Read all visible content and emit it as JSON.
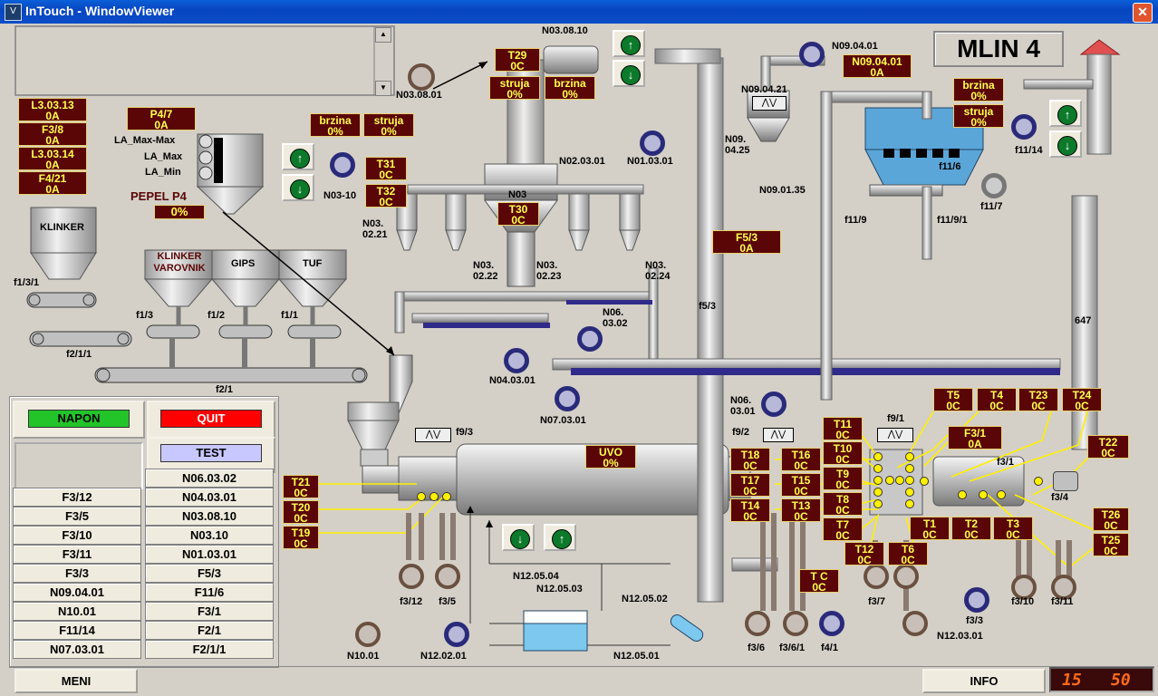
{
  "window": {
    "title": "InTouch - WindowViewer",
    "close_glyph": "✕",
    "app_icon": "intouch-app-icon"
  },
  "header": {
    "mlin": "MLIN 4"
  },
  "clock": {
    "hours": "15",
    "minutes": "50"
  },
  "bottom": {
    "meni": "MENI",
    "info": "INFO"
  },
  "left_panel": {
    "napon": "NAPON",
    "quit": "QUIT",
    "test": "TEST",
    "napon_color": "#22c42a",
    "quit_color": "#ff0000",
    "test_color": "#c8c8ff",
    "col1": [
      "F3/12",
      "F3/5",
      "F3/10",
      "F3/11",
      "F3/3",
      "N09.04.01",
      "N10.01",
      "F11/14",
      "N07.03.01"
    ],
    "col2": [
      "N06.03.02",
      "N04.03.01",
      "N03.08.10",
      "N03.10",
      "N01.03.01",
      "F5/3",
      "F11/6",
      "F3/1",
      "F2/1",
      "F2/1/1"
    ]
  },
  "silo": {
    "la_maxmax": "LA_Max-Max",
    "la_max": "LA_Max",
    "la_min": "LA_Min",
    "pepel": "PEPEL P4",
    "pepel_val": "0%"
  },
  "tags": {
    "l30313": [
      "L3.03.13",
      "0A"
    ],
    "f38": [
      "F3/8",
      "0A"
    ],
    "l30314": [
      "L3.03.14",
      "0A"
    ],
    "f421": [
      "F4/21",
      "0A"
    ],
    "p47": [
      "P4/7",
      "0A"
    ],
    "t29": [
      "T29",
      "0C"
    ],
    "struja1": [
      "struja",
      "0%"
    ],
    "brzina1": [
      "brzina",
      "0%"
    ],
    "brzina2": [
      "brzina",
      "0%"
    ],
    "struja2": [
      "struja",
      "0%"
    ],
    "t31": [
      "T31",
      "0C"
    ],
    "t32": [
      "T32",
      "0C"
    ],
    "t30": [
      "T30",
      "0C"
    ],
    "n090401": [
      "N09.04.01",
      "0A"
    ],
    "brzina3": [
      "brzina",
      "0%"
    ],
    "struja3": [
      "struja",
      "0%"
    ],
    "f53": [
      "F5/3",
      "0A"
    ],
    "uvo": [
      "UVO",
      "0%"
    ],
    "t21": [
      "T21",
      "0C"
    ],
    "t20": [
      "T20",
      "0C"
    ],
    "t19": [
      "T19",
      "0C"
    ],
    "t18": [
      "T18",
      "0C"
    ],
    "t17": [
      "T17",
      "0C"
    ],
    "t14": [
      "T14",
      "0C"
    ],
    "t16": [
      "T16",
      "0C"
    ],
    "t15": [
      "T15",
      "0C"
    ],
    "t13": [
      "T13",
      "0C"
    ],
    "t11": [
      "T11",
      "0C"
    ],
    "t10": [
      "T10",
      "0C"
    ],
    "t9": [
      "T9",
      "0C"
    ],
    "t8": [
      "T8",
      "0C"
    ],
    "t7": [
      "T7",
      "0C"
    ],
    "t5": [
      "T5",
      "0C"
    ],
    "t4": [
      "T4",
      "0C"
    ],
    "t23": [
      "T23",
      "0C"
    ],
    "t24": [
      "T24",
      "0C"
    ],
    "f31": [
      "F3/1",
      "0A"
    ],
    "t22": [
      "T22",
      "0C"
    ],
    "t1": [
      "T1",
      "0C"
    ],
    "t2": [
      "T2",
      "0C"
    ],
    "t3": [
      "T3",
      "0C"
    ],
    "t12": [
      "T12",
      "0C"
    ],
    "t6": [
      "T6",
      "0C"
    ],
    "tc": [
      "T C",
      "0C"
    ],
    "t26": [
      "T26",
      "0C"
    ],
    "t25": [
      "T25",
      "0C"
    ]
  },
  "labels": {
    "klinker": "KLINKER",
    "klinker_var": "KLINKER VAROVNIK",
    "gips": "GIPS",
    "tuf": "TUF",
    "f131": "f1/3/1",
    "f13": "f1/3",
    "f12": "f1/2",
    "f11": "f1/1",
    "f211": "f2/1/1",
    "f21": "f2/1",
    "n030801": "N03.08.01",
    "n030810": "N03.08.10",
    "n0310": "N03-10",
    "n020301": "N02.03.01",
    "n010301": "N01.03.01",
    "n03": "N03",
    "n030221": "N03.\n02.21",
    "n030222": "N03.\n02.22",
    "n030223": "N03.\n02.23",
    "n030224": "N03.\n02.24",
    "n060302": "N06.\n03.02",
    "n040301": "N04.03.01",
    "n070301": "N07.03.01",
    "n090401": "N09.04.01",
    "n090421": "N09.04.21",
    "n090425": "N09.\n04.25",
    "n090135": "N09.01.35",
    "f53": "f5/3",
    "f116": "f11/6",
    "f119": "f11/9",
    "f1191": "f11/9/1",
    "f117": "f11/7",
    "f1114": "f11/14",
    "n647": "647",
    "n060301": "N06.\n03.01",
    "f92": "f9/2",
    "f91": "f9/1",
    "f93": "f9/3",
    "f31": "f3/1",
    "f34": "f3/4",
    "f312": "f3/12",
    "f35": "f3/5",
    "f36": "f3/6",
    "f361": "f3/6/1",
    "f41": "f4/1",
    "f37": "f3/7",
    "f33": "f3/3",
    "f310": "f3/10",
    "f311": "f3/11",
    "n120301": "N12.03.01",
    "n1001": "N10.01",
    "n120201": "N12.02.01",
    "n120501": "N12.05.01",
    "n120502": "N12.05.02",
    "n120503": "N12.05.03",
    "n120504": "N12.05.04"
  }
}
